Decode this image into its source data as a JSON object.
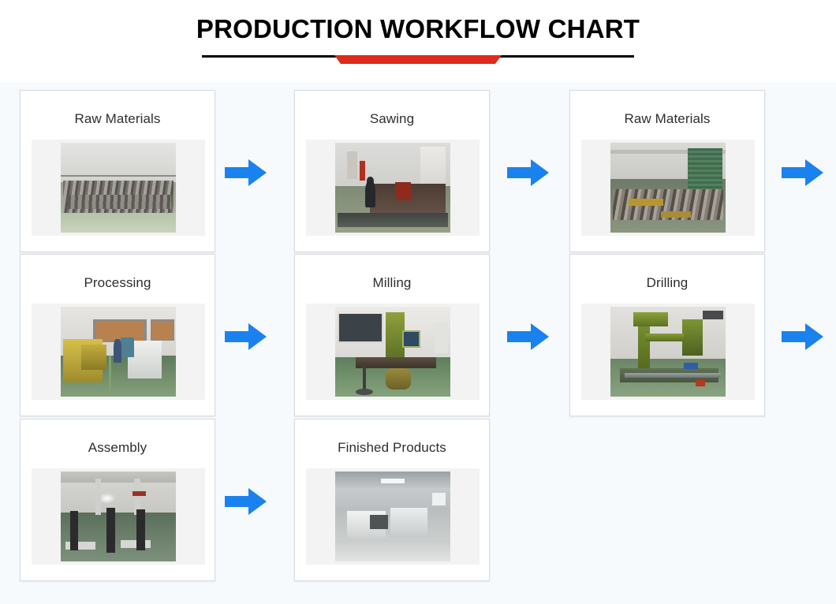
{
  "header": {
    "title": "PRODUCTION WORKFLOW CHART",
    "rule_color": "#000000",
    "banner_color": "#dd2b1c"
  },
  "theme": {
    "page_background": "#ffffff",
    "board_background": "#f7fafd",
    "card_background": "#ffffff",
    "card_border": "#d7dbe0",
    "photo_band_background": "#f3f3f3",
    "arrow_color": "#1a82ef",
    "title_text_color": "#2e2e2e"
  },
  "workflow": {
    "rows": [
      {
        "row_index": 1,
        "cards": [
          {
            "label": "Raw Materials",
            "photo": "raw-materials-steel-sheets-photo",
            "scene": "sc-rawA"
          },
          {
            "label": "Sawing",
            "photo": "sawing-bandsaw-operator-photo",
            "scene": "sc-saw"
          },
          {
            "label": "Raw Materials",
            "photo": "raw-materials-warehouse-door-photo",
            "scene": "sc-rawB"
          }
        ],
        "arrows": [
          "arrow-right-icon",
          "arrow-right-icon",
          "arrow-right-icon"
        ]
      },
      {
        "row_index": 2,
        "cards": [
          {
            "label": "Processing",
            "photo": "processing-cnc-machines-photo",
            "scene": "sc-proc"
          },
          {
            "label": "Milling",
            "photo": "milling-machine-workshop-photo",
            "scene": "sc-mill"
          },
          {
            "label": "Drilling",
            "photo": "drilling-radial-drill-photo",
            "scene": "sc-dril"
          }
        ],
        "arrows": [
          "arrow-right-icon",
          "arrow-right-icon",
          "arrow-right-icon"
        ]
      },
      {
        "row_index": 3,
        "cards": [
          {
            "label": "Assembly",
            "photo": "assembly-hall-racks-photo",
            "scene": "sc-asm"
          },
          {
            "label": "Finished Products",
            "photo": "finished-products-hall-photo",
            "scene": "sc-fin"
          }
        ],
        "arrows": [
          "arrow-right-icon"
        ]
      }
    ]
  }
}
